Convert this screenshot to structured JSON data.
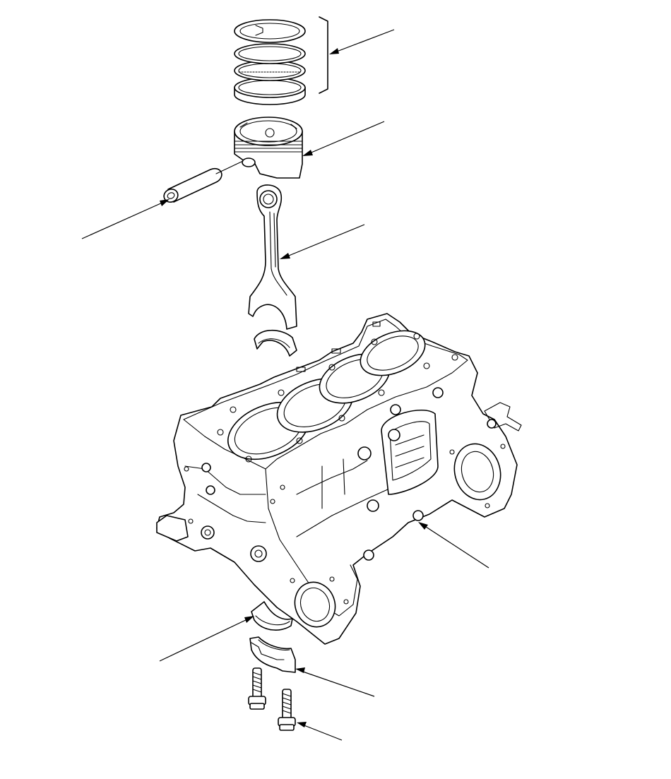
{
  "diagram": {
    "kind": "exploded-view",
    "colors": {
      "line": "#000000",
      "background": "#ffffff"
    },
    "parts": [
      "piston-rings",
      "piston",
      "piston-pin",
      "connecting-rod",
      "connecting-rod-bearing",
      "engine-block",
      "crankshaft-main-bearing-upper",
      "crankshaft-main-bearing-cap",
      "main-bearing-cap-bolts"
    ],
    "callout_labels": []
  }
}
